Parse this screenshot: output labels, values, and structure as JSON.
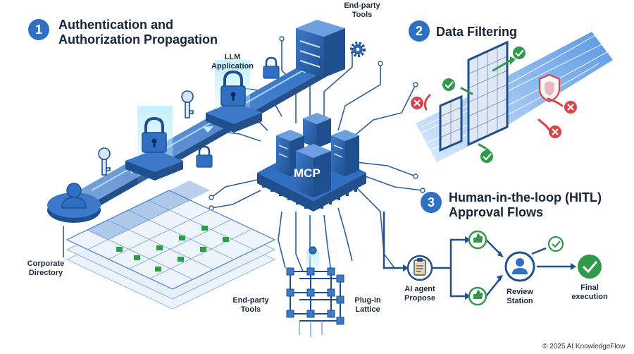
{
  "sections": [
    {
      "number": "1",
      "title_line1": "Authentication and",
      "title_line2": "Authorization Propagation"
    },
    {
      "number": "2",
      "title_line1": "Data Filtering"
    },
    {
      "number": "3",
      "title_line1": "Human-in-the-loop (HITL)",
      "title_line2": "Approval Flows"
    }
  ],
  "labels": {
    "llm_app_line1": "LLM",
    "llm_app_line2": "Application",
    "tools_top_line1": "End-party",
    "tools_top_line2": "Tools",
    "mcp": "MCP",
    "corp_line1": "Corporate",
    "corp_line2": "Directory",
    "tools_bottom_line1": "End-party",
    "tools_bottom_line2": "Tools",
    "plugin_line1": "Plug-in",
    "plugin_line2": "Lattice",
    "agent_line1": "AI agent",
    "agent_line2": "Propose",
    "review_line1": "Review",
    "review_line2": "Station",
    "final_line1": "Final",
    "final_line2": "execution"
  },
  "footer": "© 2025 AI KnowledgeFlow",
  "colors": {
    "accent": "#2f6fc4",
    "dark_blue": "#1f4f8f",
    "light_blue": "#cfe0f7",
    "glow": "#5fd6ff",
    "success": "#2e9a4a",
    "danger": "#d9434a"
  }
}
